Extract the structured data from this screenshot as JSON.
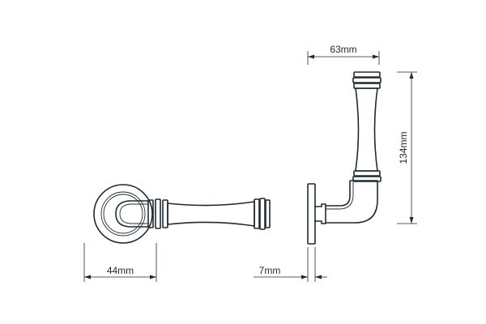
{
  "drawing": {
    "colors": {
      "line": "#1f2a33",
      "background": "#ffffff"
    },
    "dimensions": {
      "rose_diameter": "44mm",
      "rose_depth": "7mm",
      "projection": "63mm",
      "lever_length": "134mm"
    }
  }
}
